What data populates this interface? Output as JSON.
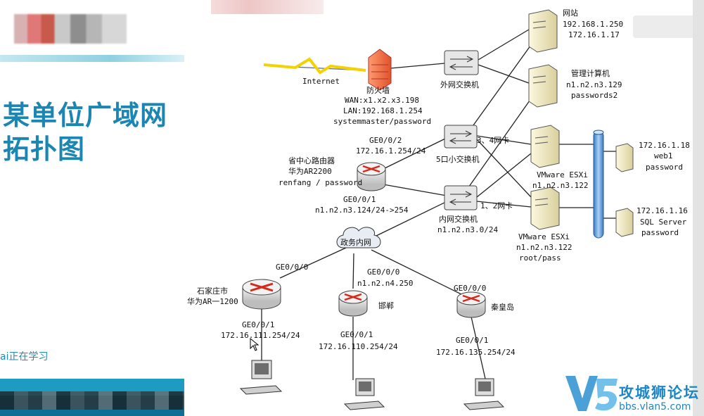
{
  "slide": {
    "title_line1": "某单位广域网",
    "title_line2": "拓扑图",
    "caption": "ai正在学习"
  },
  "diagram": {
    "internet": "Internet",
    "firewall": {
      "name": "防火墙",
      "wan": "WAN:x1.x2.x3.198",
      "lan": "LAN:192.168.1.254",
      "cred": "systemmaster/password"
    },
    "ext_switch": "外网交换机",
    "website": {
      "name": "网站",
      "ip1": "192.168.1.250",
      "ip2": "172.16.1.17"
    },
    "mgmt": {
      "name": "管理计算机",
      "ip": "n1.n2.n3.129",
      "pw": "passwords2"
    },
    "small_switch": {
      "name": "5口小交换机",
      "port": "GE0/0/2",
      "ip": "172.16.1.254/24"
    },
    "nic1": "3、4网卡",
    "nic2": "1、2网卡",
    "core_router": {
      "line1": "省中心路由器",
      "line2": "华为AR2200",
      "cred": "renfang / password",
      "port": "GE0/0/1",
      "ip": "n1.n2.n3.124/24->254"
    },
    "int_switch": {
      "name": "内网交换机",
      "ip": "n1.n2.n3.0/24"
    },
    "esxi1": {
      "name": "VMware ESXi",
      "ip": "n1.n2.n3.122"
    },
    "esxi2": {
      "name": "VMware ESXi",
      "ip": "n1.n2.n3.122",
      "cred": "root/pass"
    },
    "web1": {
      "ip": "172.16.1.18",
      "name": "web1",
      "pw": "password"
    },
    "sql": {
      "ip": "172.16.1.16",
      "name": "SQL Server",
      "pw": "password"
    },
    "cloud": "政务内网",
    "sjz": {
      "port_top": "GE0/0/0",
      "name": "石家庄市",
      "model": "华为AR一1200",
      "port_bot": "GE0/0/1",
      "ip": "172.16.111.254/24"
    },
    "hd": {
      "port_top": "GE0/0/0",
      "ip_top": "n1.n2.n4.250",
      "name": "邯郸",
      "port_bot": "GE0/0/1",
      "ip": "172.16.110.254/24"
    },
    "qhd": {
      "port_top": "GE0/0/0",
      "name": "秦皇岛",
      "port_bot": "GE0/0/1",
      "ip": "172.16.135.254/24"
    }
  },
  "watermark": {
    "main": "攻城狮论坛",
    "url": "bbs.vlan5.com",
    "logo_letter": "V5"
  }
}
